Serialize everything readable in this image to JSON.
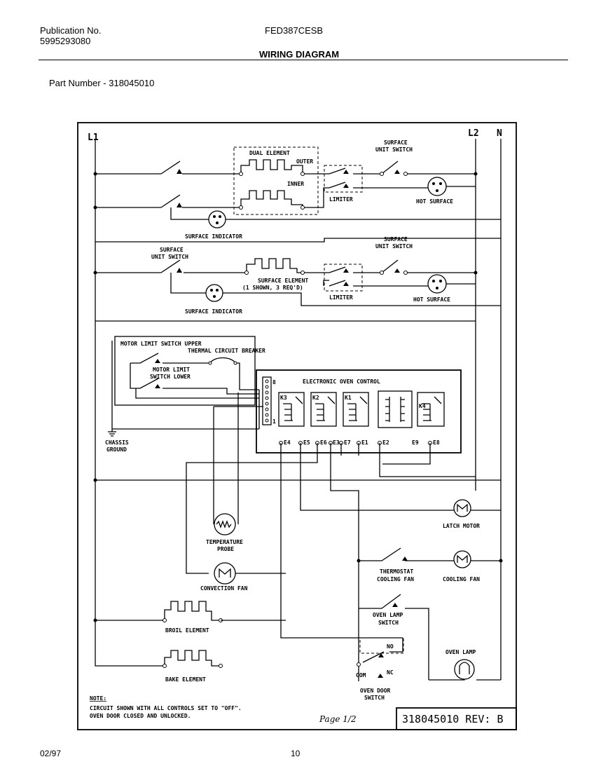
{
  "header": {
    "publication_label": "Publication No.",
    "publication_number": "5995293080",
    "model": "FED387CESB",
    "title": "WIRING DIAGRAM",
    "part_number": "Part Number - 318045010"
  },
  "diagram": {
    "rails": {
      "l1": "L1",
      "l2": "L2",
      "n": "N"
    },
    "labels": {
      "dual_element": "DUAL ELEMENT",
      "outer": "OUTER",
      "inner": "INNER",
      "surface_unit_switch_line1": "SURFACE",
      "surface_unit_switch_line2": "UNIT SWITCH",
      "surface_unit_switch_b_line1": "SURFACE",
      "surface_unit_switch_b_line2": "UNIT SWITCH",
      "limiter": "LIMITER",
      "limiter_b": "LIMITER",
      "hot_surface": "HOT SURFACE",
      "hot_surface_b": "HOT SURFACE",
      "surface_indicator": "SURFACE INDICATOR",
      "surface_indicator_b": "SURFACE INDICATOR",
      "surface_switch_left_line1": "SURFACE",
      "surface_switch_left_line2": "UNIT SWITCH",
      "surface_element_line1": "SURFACE ELEMENT",
      "surface_element_line2": "(1 SHOWN, 3 REQ'D)",
      "motor_limit_upper": "MOTOR LIMIT SWITCH UPPER",
      "thermal_breaker": "THERMAL CIRCUIT BREAKER",
      "motor_limit_lower_line1": "MOTOR LIMIT",
      "motor_limit_lower_line2": "SWITCH LOWER",
      "electronic_oven_control": "ELECTRONIC OVEN CONTROL",
      "chassis_ground_line1": "CHASSIS",
      "chassis_ground_line2": "GROUND",
      "relay_k3": "K3",
      "relay_k2": "K2",
      "relay_k1": "K1",
      "relay_k4": "K4",
      "connector_8": "8",
      "connector_1": "1",
      "term_e4": "E4",
      "term_e5": "E5",
      "term_e6": "E6",
      "term_e3": "E3",
      "term_e7": "E7",
      "term_e1": "E1",
      "term_e2": "E2",
      "term_e9": "E9",
      "term_e8": "E8",
      "latch_motor": "LATCH MOTOR",
      "temperature_probe_line1": "TEMPERATURE",
      "temperature_probe_line2": "PROBE",
      "thermostat_line1": "THERMOSTAT",
      "thermostat_line2": "COOLING FAN",
      "cooling_fan": "COOLING FAN",
      "convection_fan": "CONVECTION FAN",
      "oven_lamp_switch_line1": "OVEN LAMP",
      "oven_lamp_switch_line2": "SWITCH",
      "broil_element": "BROIL ELEMENT",
      "oven_lamp": "OVEN LAMP",
      "no": "NO",
      "nc": "NC",
      "com": "COM",
      "bake_element": "BAKE ELEMENT",
      "oven_door_switch_line1": "OVEN DOOR",
      "oven_door_switch_line2": "SWITCH",
      "note_title": "NOTE:",
      "note_line1": "CIRCUIT SHOWN WITH ALL CONTROLS SET TO \"OFF\".",
      "note_line2": "OVEN DOOR CLOSED AND UNLOCKED.",
      "page_handwritten": "Page 1/2",
      "part_rev": "318045010  REV: B"
    }
  },
  "footer": {
    "date": "02/97",
    "page": "10"
  }
}
